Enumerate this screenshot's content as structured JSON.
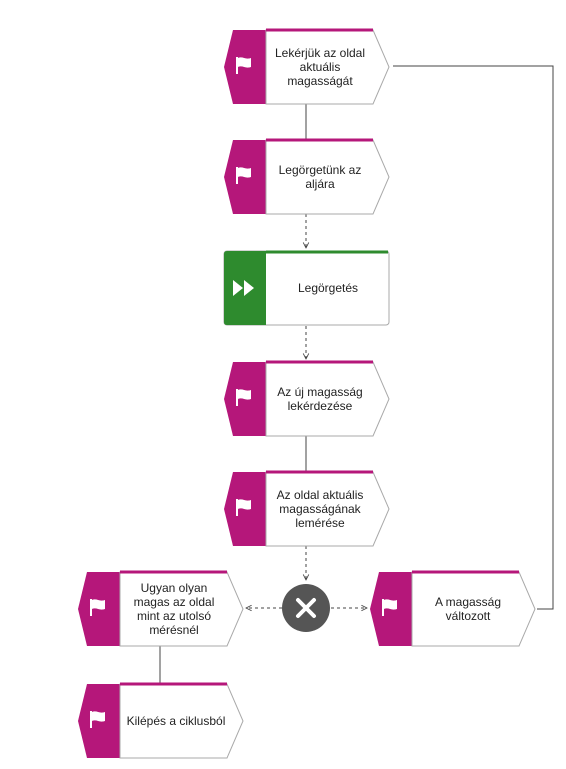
{
  "colors": {
    "event": "#b5177a",
    "function": "#2e8b2e",
    "gateway": "#555555",
    "connector": "#444444",
    "frame_border": "#a9a9a9",
    "text": "#222222"
  },
  "nodes": [
    {
      "id": "e1",
      "type": "event",
      "icon": "flag-icon",
      "label": "Lekérjük az oldal\naktuális\nmagasságát"
    },
    {
      "id": "e2",
      "type": "event",
      "icon": "flag-icon",
      "label": "Legörgetünk az\naljára"
    },
    {
      "id": "f1",
      "type": "function",
      "icon": "fast-forward-icon",
      "label": "Legörgetés"
    },
    {
      "id": "e3",
      "type": "event",
      "icon": "flag-icon",
      "label": "Az új magasság\nlekérdezése"
    },
    {
      "id": "e4",
      "type": "event",
      "icon": "flag-icon",
      "label": "Az oldal aktuális\nmagasságának\nlemérése"
    },
    {
      "id": "g1",
      "type": "gateway",
      "icon": "xor-icon",
      "label": ""
    },
    {
      "id": "e5",
      "type": "event",
      "icon": "flag-icon",
      "label": "Ugyan olyan\nmagas az oldal\nmint az utolsó\nmérésnél"
    },
    {
      "id": "e6",
      "type": "event",
      "icon": "flag-icon",
      "label": "A magasság\nváltozott"
    },
    {
      "id": "e7",
      "type": "event",
      "icon": "flag-icon",
      "label": "Kilépés a ciklusból"
    }
  ],
  "edges": [
    {
      "from": "e1",
      "to": "e2",
      "style": "solid"
    },
    {
      "from": "e2",
      "to": "f1",
      "style": "dashed-arrow"
    },
    {
      "from": "f1",
      "to": "e3",
      "style": "dashed-arrow"
    },
    {
      "from": "e3",
      "to": "e4",
      "style": "solid"
    },
    {
      "from": "e4",
      "to": "g1",
      "style": "dashed-arrow"
    },
    {
      "from": "g1",
      "to": "e5",
      "style": "dashed-arrow"
    },
    {
      "from": "g1",
      "to": "e6",
      "style": "dashed-arrow"
    },
    {
      "from": "e5",
      "to": "e7",
      "style": "solid"
    },
    {
      "from": "e6",
      "to": "e1",
      "style": "solid-loop"
    }
  ]
}
